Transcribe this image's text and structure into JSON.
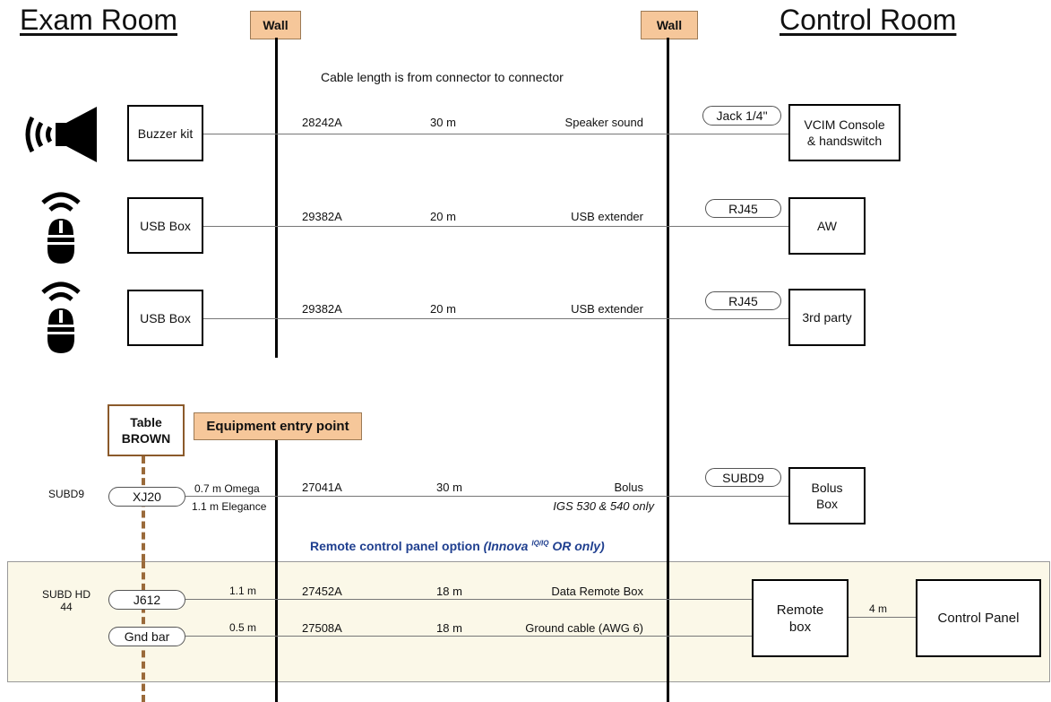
{
  "titles": {
    "left": "Exam Room",
    "right": "Control Room"
  },
  "wall_label": "Wall",
  "note": "Cable length is from connector to connector",
  "rows": [
    {
      "device": "Buzzer kit",
      "part": "28242A",
      "length": "30 m",
      "function": "Speaker sound",
      "connector": "Jack 1/4\"",
      "target": "VCIM Console\n& handswitch",
      "icon": "speaker-icon"
    },
    {
      "device": "USB Box",
      "part": "29382A",
      "length": "20 m",
      "function": "USB extender",
      "connector": "RJ45",
      "target": "AW",
      "icon": "wireless-mouse-icon"
    },
    {
      "device": "USB Box",
      "part": "29382A",
      "length": "20 m",
      "function": "USB extender",
      "connector": "RJ45",
      "target": "3rd party",
      "icon": "wireless-mouse-icon"
    }
  ],
  "table": {
    "line1": "Table",
    "line2": "BROWN"
  },
  "entry_point": "Equipment entry point",
  "bolus": {
    "subd": "SUBD9",
    "connector": "XJ20",
    "len_omega": "0.7 m Omega",
    "len_elegance": "1.1 m Elegance",
    "part": "27041A",
    "length": "30 m",
    "function": "Bolus",
    "note": "IGS 530 & 540 only",
    "right_connector": "SUBD9",
    "target": "Bolus\nBox"
  },
  "remote_option": {
    "prefix": "Remote control panel option ",
    "paren_open": "(Innova ",
    "sup": "IQ/IQ",
    "paren_close": " OR only)"
  },
  "remote_rows": [
    {
      "connector": "J612",
      "dist": "1.1 m",
      "part": "27452A",
      "length": "18 m",
      "function": "Data Remote Box"
    },
    {
      "connector": "Gnd bar",
      "dist": "0.5 m",
      "part": "27508A",
      "length": "18 m",
      "function": "Ground cable (AWG 6)"
    }
  ],
  "subd_hd": "SUBD HD\n44",
  "remote_box": "Remote\nbox",
  "remote_link": "4 m",
  "control_panel": "Control Panel"
}
